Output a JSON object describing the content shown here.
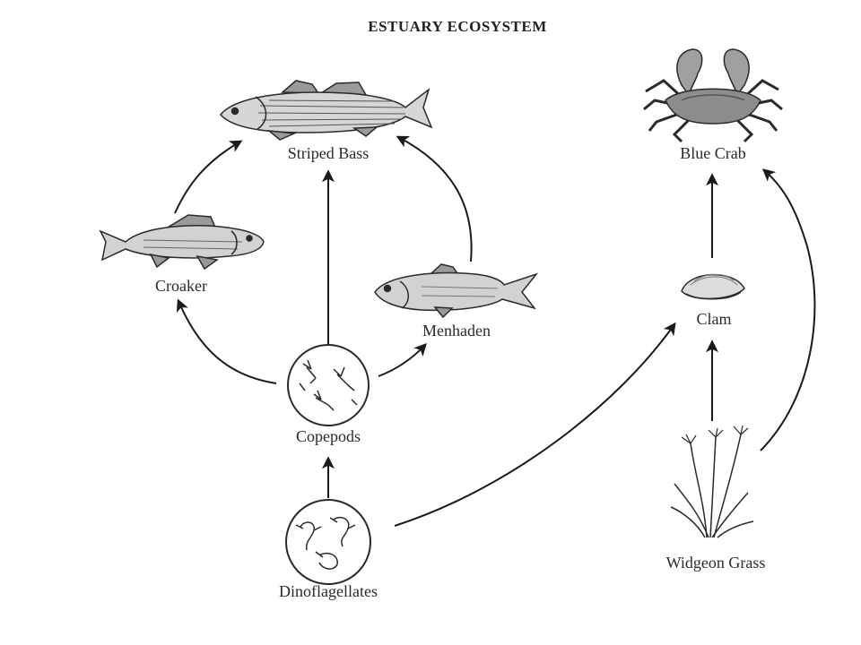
{
  "title": "ESTUARY ECOSYSTEM",
  "organisms": {
    "striped_bass": "Striped Bass",
    "blue_crab": "Blue Crab",
    "croaker": "Croaker",
    "menhaden": "Menhaden",
    "clam": "Clam",
    "copepods": "Copepods",
    "dinoflagellates": "Dinoflagellates",
    "widgeon_grass": "Widgeon Grass"
  },
  "links": [
    {
      "from": "Croaker",
      "to": "Striped Bass"
    },
    {
      "from": "Copepods",
      "to": "Striped Bass"
    },
    {
      "from": "Menhaden",
      "to": "Striped Bass"
    },
    {
      "from": "Copepods",
      "to": "Croaker"
    },
    {
      "from": "Copepods",
      "to": "Menhaden"
    },
    {
      "from": "Dinoflagellates",
      "to": "Copepods"
    },
    {
      "from": "Dinoflagellates",
      "to": "Clam"
    },
    {
      "from": "Clam",
      "to": "Blue Crab"
    },
    {
      "from": "Widgeon Grass",
      "to": "Clam"
    },
    {
      "from": "Widgeon Grass",
      "to": "Blue Crab"
    }
  ],
  "colors": {
    "ink": "#2a2a2a",
    "fill_light": "#d9d9d9",
    "fill_mid": "#a9a9a9"
  }
}
